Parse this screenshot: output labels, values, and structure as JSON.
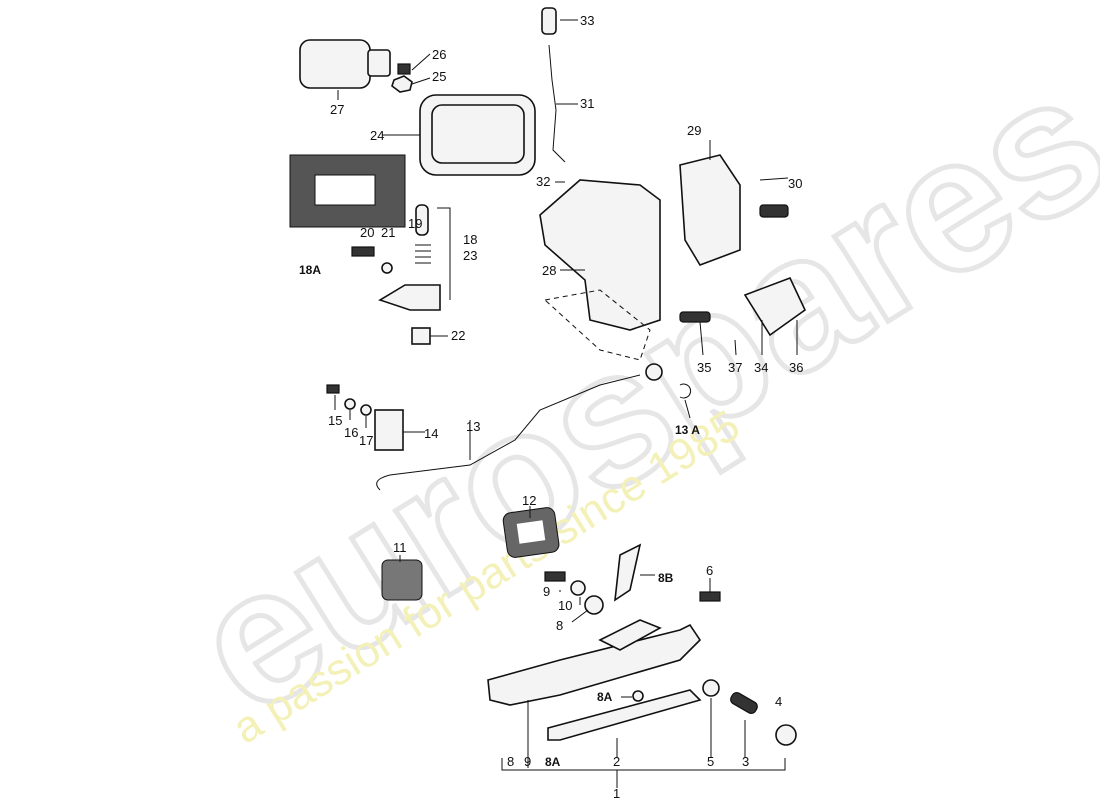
{
  "watermark": {
    "brand": "eurospares",
    "tagline": "a passion for parts since 1985"
  },
  "labels": {
    "p33": "33",
    "p26": "26",
    "p25": "25",
    "p31": "31",
    "p27": "27",
    "p24": "24",
    "p29": "29",
    "p30": "30",
    "p32": "32",
    "p19": "19",
    "p18": "18",
    "p20": "20",
    "p21": "21",
    "p23": "23",
    "p18A": "18A",
    "p28": "28",
    "p22": "22",
    "p35": "35",
    "p37": "37",
    "p34": "34",
    "p36": "36",
    "p15": "15",
    "p16": "16",
    "p17": "17",
    "p14": "14",
    "p13": "13",
    "p13A": "13 A",
    "p12": "12",
    "p11": "11",
    "p6": "6",
    "p9": "9",
    "p8B": "8B",
    "p10": "10",
    "p8": "8",
    "p4": "4",
    "p8A": "8A",
    "p5": "5",
    "p3": "3",
    "p2": "2",
    "b8": "8",
    "b9": "9",
    "b8A": "8A",
    "p1": "1"
  }
}
